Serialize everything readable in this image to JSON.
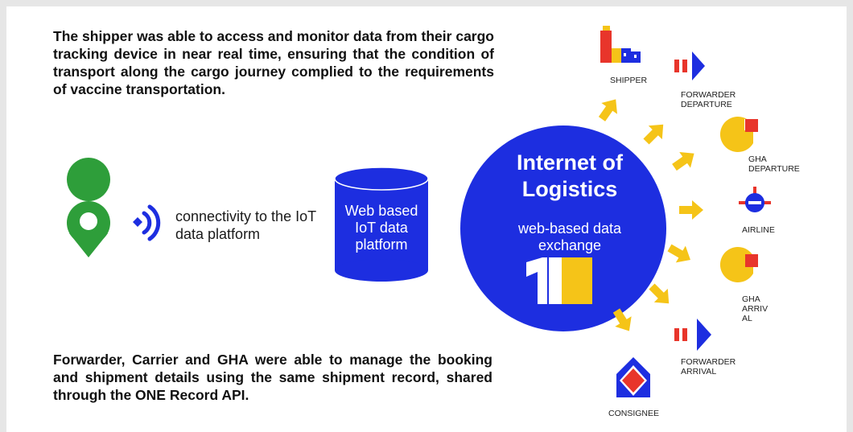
{
  "intro_text": "The shipper was able to access and monitor data from their cargo tracking device in near real time, ensuring that the condition of transport along the cargo journey complied to the requirements of vaccine transportation.",
  "outro_text": "Forwarder, Carrier and GHA were able to manage the booking and shipment details using the same shipment record, shared through the ONE Record API.",
  "connectivity_text": "connectivity to the IoT data platform",
  "database": {
    "line1": "Web based",
    "line2": "IoT data",
    "line3": "platform"
  },
  "hub": {
    "title_line1": "Internet of",
    "title_line2": "Logistics",
    "subtitle_line1": "web-based data",
    "subtitle_line2": "exchange"
  },
  "stakeholders": {
    "shipper": "SHIPPER",
    "forwarder_departure_1": "FORWARDER",
    "forwarder_departure_2": "DEPARTURE",
    "gha_departure_1": "GHA",
    "gha_departure_2": "DEPARTURE",
    "airline": "AIRLINE",
    "gha_arrival_1": "GHA",
    "gha_arrival_2": "ARRIV",
    "gha_arrival_3": "AL",
    "forwarder_arrival_1": "FORWARDER",
    "forwarder_arrival_2": "ARRIVAL",
    "consignee": "CONSIGNEE"
  },
  "icons": {
    "location": "map-pin-icon",
    "signal": "wireless-signal-icon",
    "database": "database-cylinder-icon",
    "logo": "one-record-logo-icon"
  },
  "colors": {
    "blue": "#1d2ee0",
    "green": "#2e9e3a",
    "yellow": "#f5c418",
    "red": "#e8352b"
  }
}
